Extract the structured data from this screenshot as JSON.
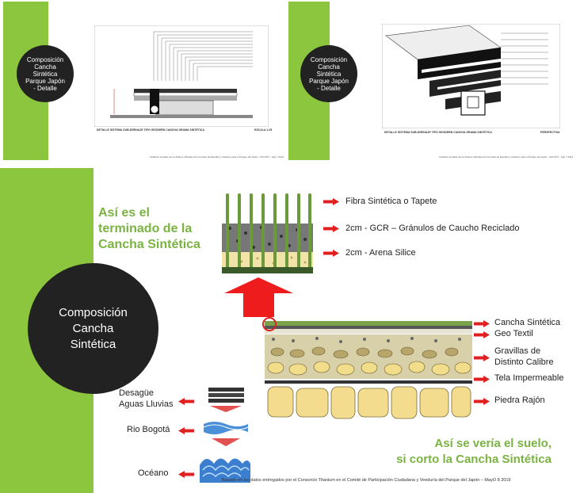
{
  "slide1": {
    "circle_text": "Composición\nCancha\nSintética\nParque Japón\n- Detalle",
    "drawing_title": "DETALLE SISTEMA SUB-DRENAJE TIPO GEODREN CANCHA GRAMA SINTETICA",
    "drawing_scale": "ESCALA 1:25",
    "caption": "Gráficas tomadas de los Planos Oficiales del Contrato de Estudios y Diseños para el Parque del Japón - IDCCP II - Sep 7 2014"
  },
  "slide2": {
    "circle_text": "Composición\nCancha\nSintética\nParque Japón\n- Detalle",
    "drawing_title": "DETALLE SISTEMA SUB-DRENAJE TIPO GEODREN CANCHA GRAMA SINTETICA",
    "drawing_scale": "PERSPECTIVA",
    "caption": "Gráficas tomadas de los Planos Oficiales del Contrato de Estudios y Diseños para el Parque del Japón - IDCCP II - Sep 7 2014"
  },
  "main": {
    "circle_text": "Composición\nCancha\nSintética",
    "headline_top": [
      "Así es el",
      "terminado de la",
      "Cancha Sintética"
    ],
    "headline_bottom": [
      "Así se vería el suelo,",
      "si corto la Cancha Sintética"
    ],
    "top_labels": [
      "Fibra Sintética o Tapete",
      "2cm - GCR – Gránulos de Caucho Reciclado",
      "2cm - Arena Silice"
    ],
    "layer_labels": [
      "Cancha Sintética",
      "Geo Textil",
      "Gravillas de\nDistinto Calibre",
      "Tela Impermeable",
      "Piedra Rajón"
    ],
    "drain_labels": [
      "Desagüe\nAguas Lluvias",
      "Rio Bogotá",
      "Océano"
    ],
    "footer": "Basado en los datos entregados por el Consorcio Titanium en el Comité de Participación Ciudadana y Veeduría del Parque del Japón – MayO 8 2019"
  },
  "colors": {
    "green": "#8cc63f",
    "dark": "#222222",
    "red": "#e02020",
    "headline_green": "#7ab342"
  }
}
